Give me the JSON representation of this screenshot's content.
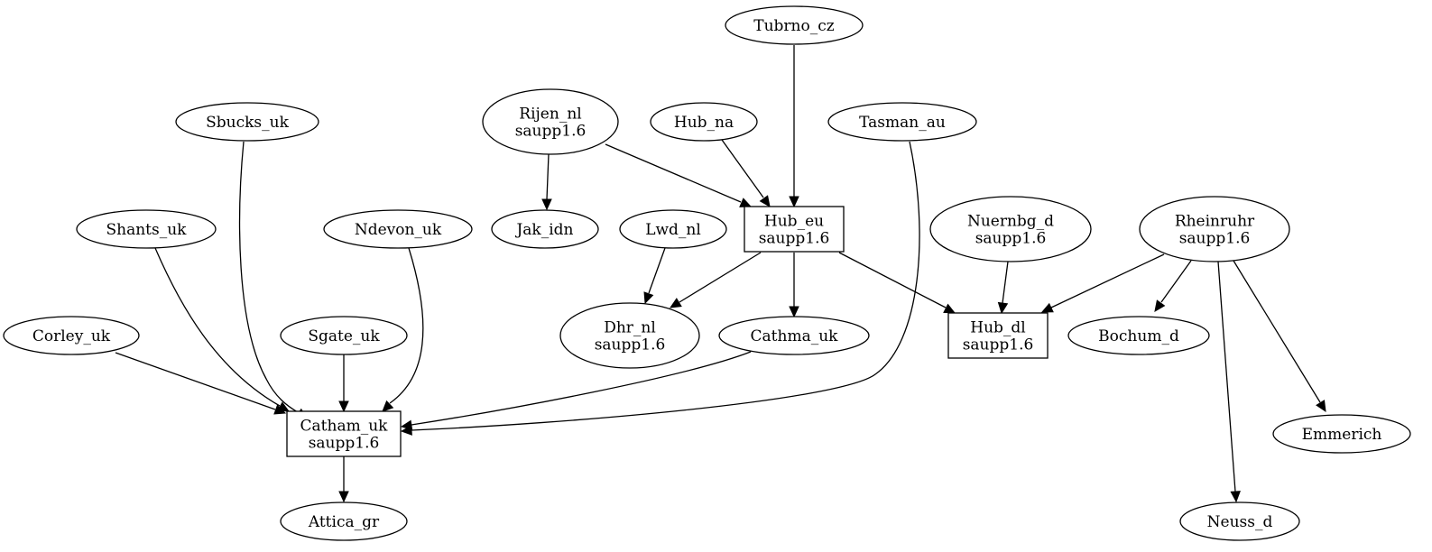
{
  "nodes": {
    "tubrno_cz": {
      "lines": [
        "Tubrno_cz"
      ],
      "shape": "ellipse"
    },
    "rijen_nl": {
      "lines": [
        "Rijen_nl",
        "saupp1.6"
      ],
      "shape": "ellipse"
    },
    "hub_na": {
      "lines": [
        "Hub_na"
      ],
      "shape": "ellipse"
    },
    "tasman_au": {
      "lines": [
        "Tasman_au"
      ],
      "shape": "ellipse"
    },
    "sbucks_uk": {
      "lines": [
        "Sbucks_uk"
      ],
      "shape": "ellipse"
    },
    "shants_uk": {
      "lines": [
        "Shants_uk"
      ],
      "shape": "ellipse"
    },
    "ndevon_uk": {
      "lines": [
        "Ndevon_uk"
      ],
      "shape": "ellipse"
    },
    "jak_idn": {
      "lines": [
        "Jak_idn"
      ],
      "shape": "ellipse"
    },
    "lwd_nl": {
      "lines": [
        "Lwd_nl"
      ],
      "shape": "ellipse"
    },
    "hub_eu": {
      "lines": [
        "Hub_eu",
        "saupp1.6"
      ],
      "shape": "box"
    },
    "nuernbg_d": {
      "lines": [
        "Nuernbg_d",
        "saupp1.6"
      ],
      "shape": "ellipse"
    },
    "rheinruhr": {
      "lines": [
        "Rheinruhr",
        "saupp1.6"
      ],
      "shape": "ellipse"
    },
    "corley_uk": {
      "lines": [
        "Corley_uk"
      ],
      "shape": "ellipse"
    },
    "sgate_uk": {
      "lines": [
        "Sgate_uk"
      ],
      "shape": "ellipse"
    },
    "dhr_nl": {
      "lines": [
        "Dhr_nl",
        "saupp1.6"
      ],
      "shape": "ellipse"
    },
    "cathma_uk": {
      "lines": [
        "Cathma_uk"
      ],
      "shape": "ellipse"
    },
    "hub_dl": {
      "lines": [
        "Hub_dl",
        "saupp1.6"
      ],
      "shape": "box"
    },
    "bochum_d": {
      "lines": [
        "Bochum_d"
      ],
      "shape": "ellipse"
    },
    "catham_uk": {
      "lines": [
        "Catham_uk",
        "saupp1.6"
      ],
      "shape": "box"
    },
    "emmerich": {
      "lines": [
        "Emmerich"
      ],
      "shape": "ellipse"
    },
    "attica_gr": {
      "lines": [
        "Attica_gr"
      ],
      "shape": "ellipse"
    },
    "neuss_d": {
      "lines": [
        "Neuss_d"
      ],
      "shape": "ellipse"
    }
  },
  "edges": [
    {
      "from": "tubrno_cz",
      "to": "hub_eu"
    },
    {
      "from": "rijen_nl",
      "to": "jak_idn"
    },
    {
      "from": "rijen_nl",
      "to": "hub_eu"
    },
    {
      "from": "hub_na",
      "to": "hub_eu"
    },
    {
      "from": "tasman_au",
      "to": "catham_uk"
    },
    {
      "from": "sbucks_uk",
      "to": "catham_uk"
    },
    {
      "from": "shants_uk",
      "to": "catham_uk"
    },
    {
      "from": "ndevon_uk",
      "to": "catham_uk"
    },
    {
      "from": "lwd_nl",
      "to": "dhr_nl"
    },
    {
      "from": "hub_eu",
      "to": "dhr_nl"
    },
    {
      "from": "hub_eu",
      "to": "cathma_uk"
    },
    {
      "from": "hub_eu",
      "to": "hub_dl"
    },
    {
      "from": "nuernbg_d",
      "to": "hub_dl"
    },
    {
      "from": "rheinruhr",
      "to": "hub_dl"
    },
    {
      "from": "rheinruhr",
      "to": "bochum_d"
    },
    {
      "from": "rheinruhr",
      "to": "emmerich"
    },
    {
      "from": "rheinruhr",
      "to": "neuss_d"
    },
    {
      "from": "corley_uk",
      "to": "catham_uk"
    },
    {
      "from": "sgate_uk",
      "to": "catham_uk"
    },
    {
      "from": "cathma_uk",
      "to": "catham_uk"
    },
    {
      "from": "catham_uk",
      "to": "attica_gr"
    }
  ]
}
